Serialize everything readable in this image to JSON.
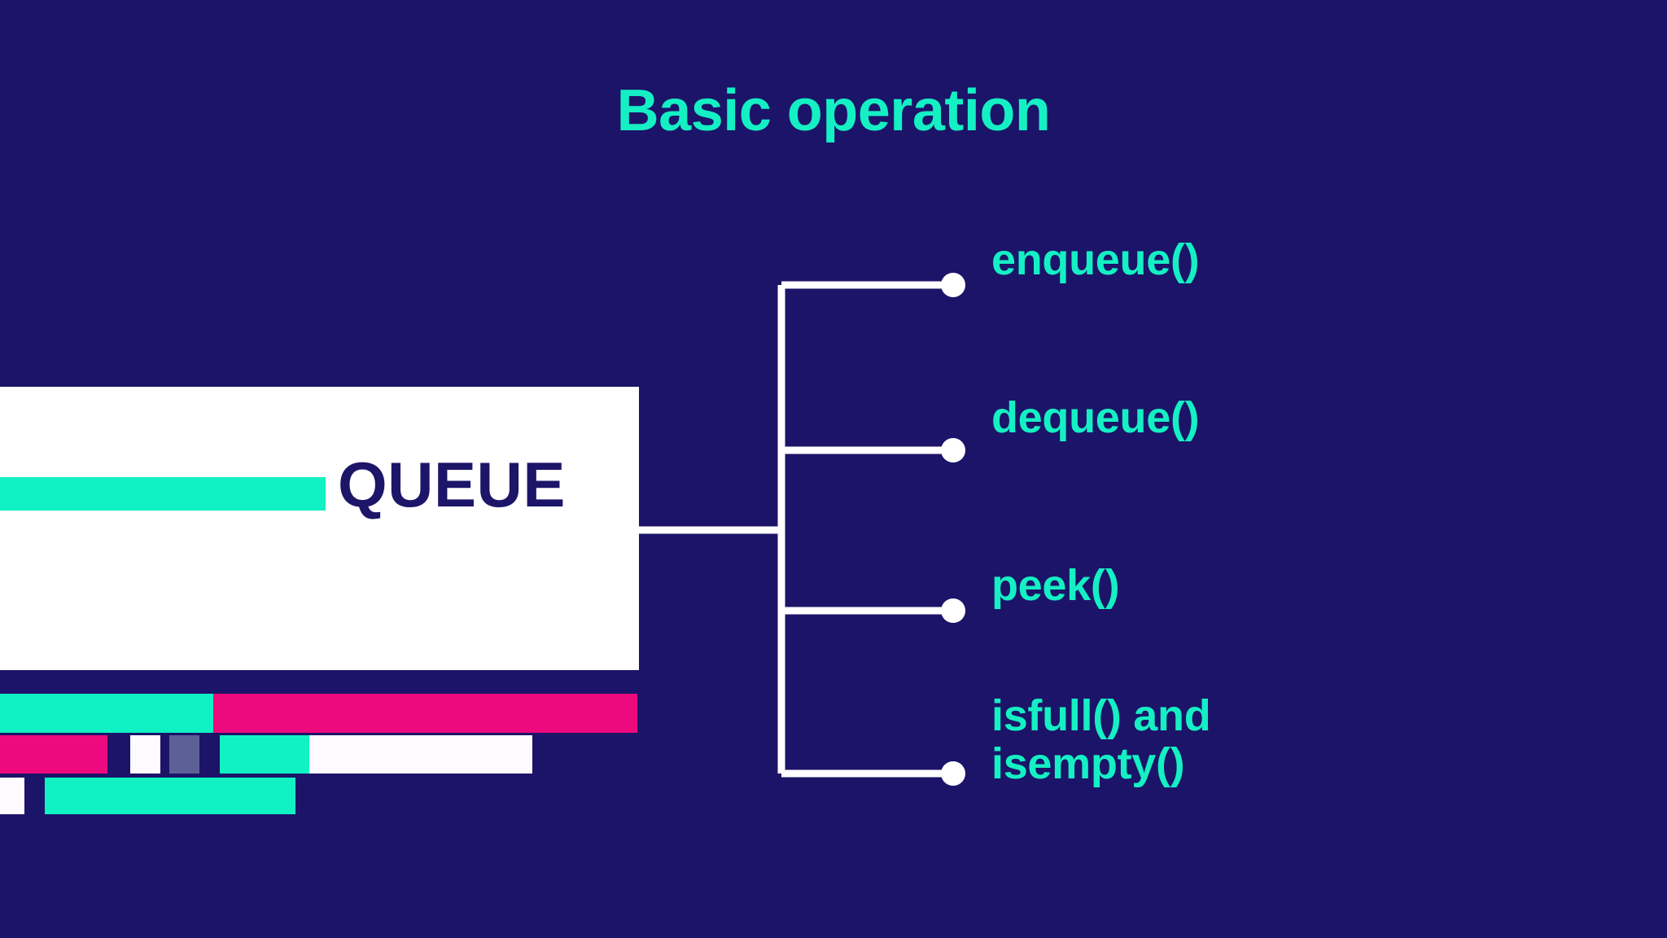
{
  "slide": {
    "title": "Basic operation",
    "background_color": "#1c1468",
    "accent_color": "#14f0c4",
    "magenta_color": "#ec0a7e",
    "white_color": "#fdfbff",
    "slate_color": "#5d6097",
    "navy_text_color": "#1d1568"
  },
  "card": {
    "label": "QUEUE",
    "accent_bar_color": "#10f2c4",
    "background_color": "#ffffff"
  },
  "branches": [
    {
      "label": "enqueue()"
    },
    {
      "label": "dequeue()"
    },
    {
      "label": "peek()"
    },
    {
      "label": "isfull() and\nisempty()"
    }
  ],
  "decorative_blocks": [
    {
      "name": "row1-cyan",
      "color": "#10f2c4"
    },
    {
      "name": "row1-magenta",
      "color": "#ec0a7e"
    },
    {
      "name": "row2-magenta",
      "color": "#ec0a7e"
    },
    {
      "name": "row2-white",
      "color": "#fdfbff"
    },
    {
      "name": "row2-slate",
      "color": "#5d6097"
    },
    {
      "name": "row2-cyan",
      "color": "#10f2c4"
    },
    {
      "name": "row2-white-2",
      "color": "#fdfbff"
    },
    {
      "name": "row3-white",
      "color": "#fdfbff"
    },
    {
      "name": "row3-cyan",
      "color": "#10f2c4"
    }
  ],
  "connector": {
    "line_color": "#ffffff",
    "dot_color": "#ffffff"
  }
}
